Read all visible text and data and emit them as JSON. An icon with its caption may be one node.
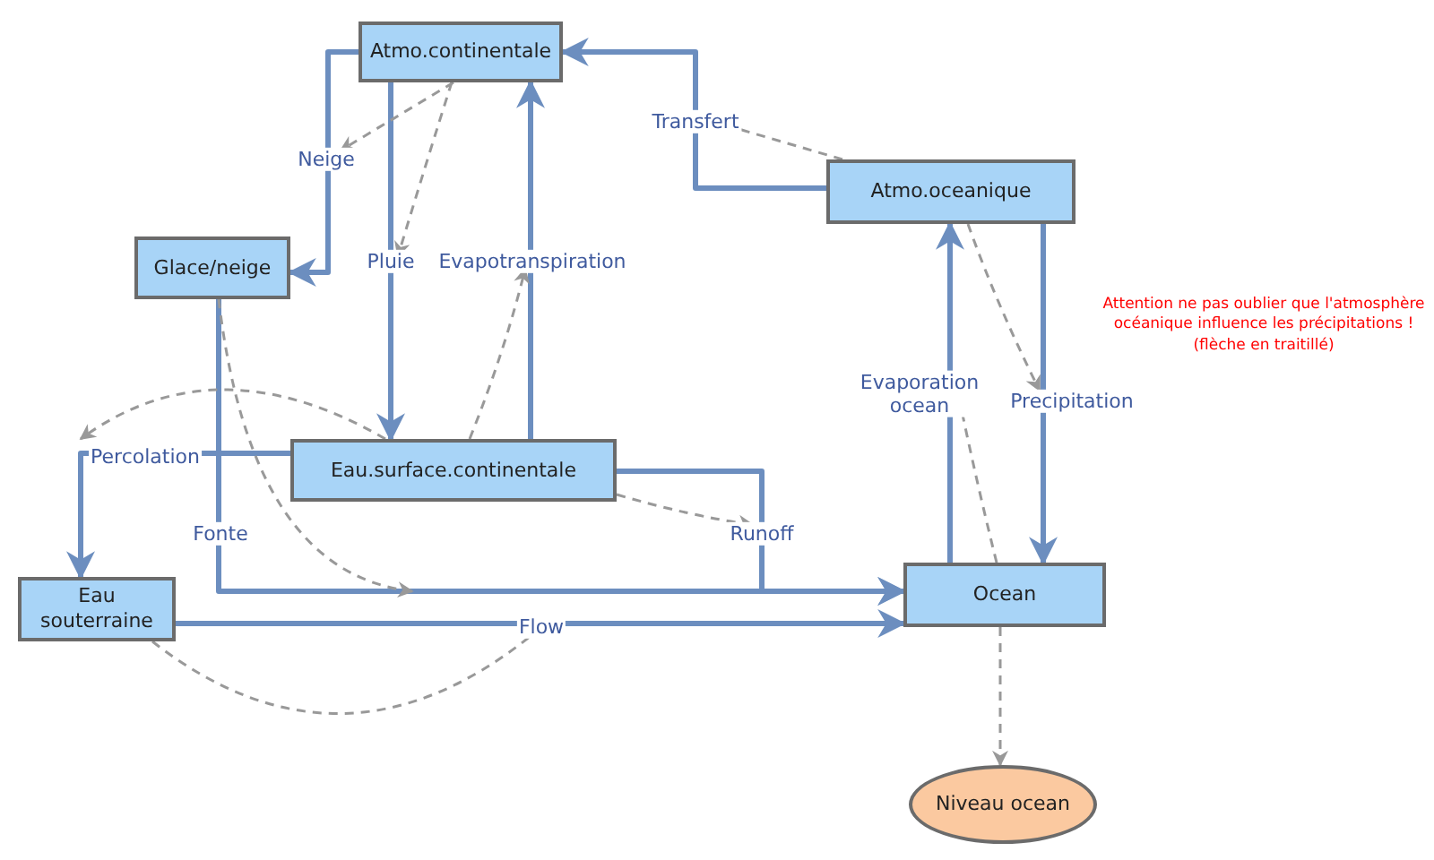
{
  "diagram": {
    "nodes": [
      {
        "text": [
          "Atmo.continentale"
        ]
      },
      {
        "text": [
          "Atmo.oceanique"
        ]
      },
      {
        "text": [
          "Glace/neige"
        ]
      },
      {
        "text": [
          "Eau.surface.continentale"
        ]
      },
      {
        "text": [
          "Eau souterraine"
        ]
      },
      {
        "text": [
          "Ocean"
        ]
      },
      {
        "text": [
          "Niveau ocean"
        ]
      }
    ],
    "edges": [
      {
        "from": 0,
        "to": 2,
        "arrow": "to",
        "label": "Neige",
        "style": "thick",
        "color": "#6c8ebf"
      },
      {
        "from": 0,
        "to": 3,
        "arrow": "to",
        "label": "Pluie",
        "style": "thick",
        "color": "#6c8ebf"
      },
      {
        "from": 3,
        "to": 0,
        "arrow": "to",
        "label": "Evapotranspiration",
        "style": "thick",
        "color": "#6c8ebf"
      },
      {
        "from": 1,
        "to": 0,
        "arrow": "to",
        "label": "Transfert",
        "style": "thick",
        "color": "#6c8ebf"
      },
      {
        "from": 1,
        "to": 5,
        "arrow": "to",
        "label": "Precipitation",
        "style": "thick",
        "color": "#6c8ebf"
      },
      {
        "from": 5,
        "to": 1,
        "arrow": "to",
        "label": "Evaporation ocean",
        "style": "thick",
        "color": "#6c8ebf"
      },
      {
        "from": 3,
        "to": 4,
        "arrow": "to",
        "label": "Percolation",
        "style": "thick",
        "color": "#6c8ebf"
      },
      {
        "from": 3,
        "to": 5,
        "arrow": "to",
        "label": "Runoff",
        "style": "thick",
        "color": "#6c8ebf"
      },
      {
        "from": 2,
        "to": 5,
        "arrow": "to",
        "label": "Fonte",
        "style": "thick",
        "color": "#6c8ebf"
      },
      {
        "from": 4,
        "to": 5,
        "arrow": "to",
        "label": "Flow",
        "style": "thick",
        "color": "#6c8ebf"
      },
      {
        "from": 0,
        "to": null,
        "arrow": "to",
        "style": "dashed",
        "color": "#999999"
      },
      {
        "from": 0,
        "to": null,
        "arrow": "to",
        "style": "dashed",
        "color": "#999999"
      },
      {
        "from": 3,
        "to": null,
        "arrow": "to",
        "style": "dashed",
        "color": "#999999"
      },
      {
        "from": 1,
        "to": null,
        "arrow": "to",
        "style": "dashed",
        "color": "#999999"
      },
      {
        "from": 1,
        "to": null,
        "arrow": "to",
        "style": "dashed",
        "color": "#999999"
      },
      {
        "from": 5,
        "to": null,
        "arrow": "to",
        "style": "dashed",
        "color": "#999999"
      },
      {
        "from": 3,
        "to": null,
        "arrow": "to",
        "style": "dashed",
        "color": "#999999"
      },
      {
        "from": 3,
        "to": null,
        "arrow": "to",
        "style": "dashed",
        "color": "#999999"
      },
      {
        "from": 2,
        "to": null,
        "arrow": "to",
        "style": "dashed",
        "color": "#999999"
      },
      {
        "from": 4,
        "to": null,
        "arrow": "none",
        "style": "dashed",
        "color": "#999999"
      },
      {
        "from": 5,
        "to": 6,
        "arrow": "to",
        "style": "dashed",
        "color": "#999999"
      }
    ],
    "labels": [
      "Attention ne pas oublier que l'atmosphère océanique influence les précipitations ! (flèche en traitillé)"
    ]
  }
}
